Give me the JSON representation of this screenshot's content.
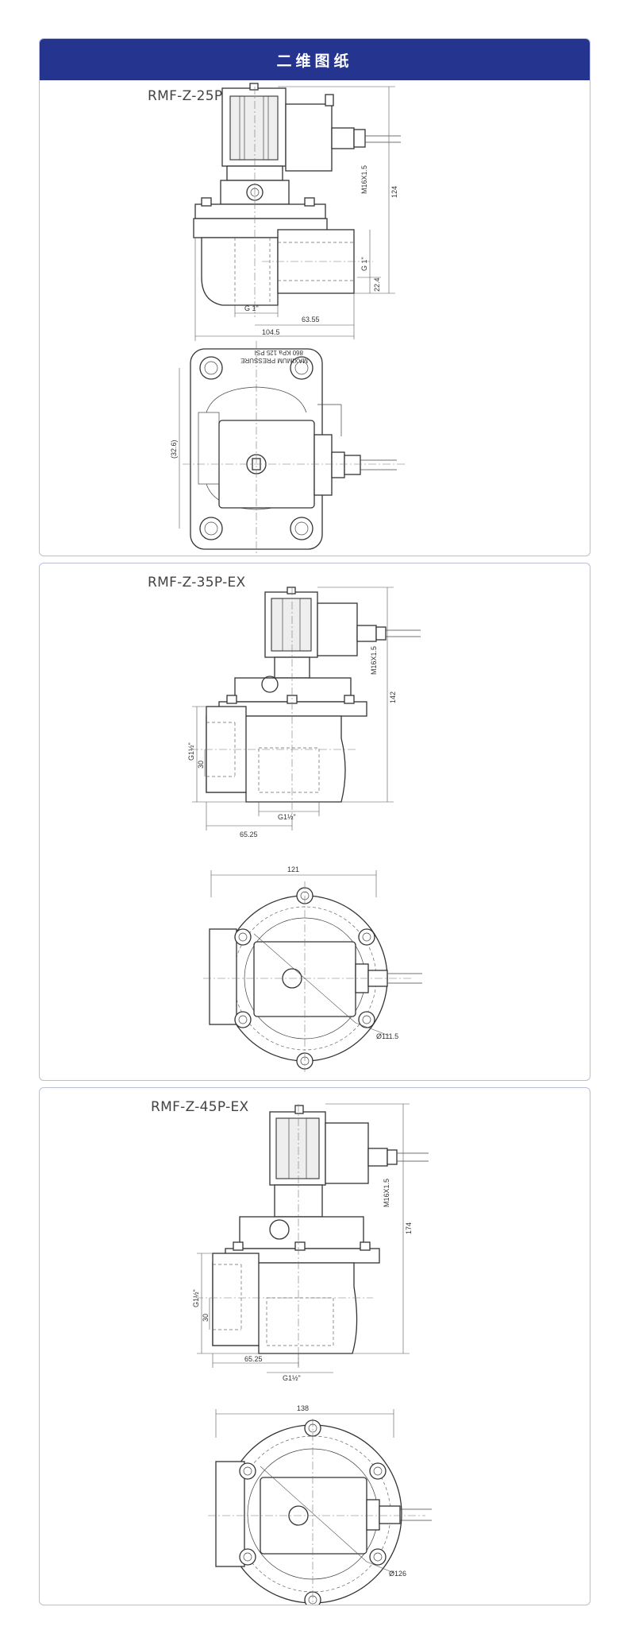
{
  "header": {
    "title": "二维图纸"
  },
  "sections": [
    {
      "model": "RMF-Z-25P-EX",
      "dims": {
        "thread": "M16X1.5",
        "height": "124",
        "port_side": "G 1\"",
        "port_bottom": "G 1\"",
        "offset": "22.4",
        "inner_width": "63.55",
        "width": "104.5",
        "top_width": "(32.6)"
      },
      "label_lines": [
        "MAXIMUM  PRESSURE",
        "860  KPa   125  PSI"
      ]
    },
    {
      "model": "RMF-Z-35P-EX",
      "dims": {
        "thread": "M16X1.5",
        "height": "142",
        "port_side": "G1½\"",
        "port_bottom": "G1½\"",
        "offset": "30",
        "inner_width": "65.25",
        "top_width": "121",
        "diameter": "Ø111.5"
      }
    },
    {
      "model": "RMF-Z-45P-EX",
      "dims": {
        "thread": "M16X1.5",
        "height": "174",
        "port_side": "G1½\"",
        "port_bottom": "G1½\"",
        "offset": "30",
        "inner_width": "65.25",
        "top_width": "138",
        "diameter": "Ø126"
      }
    }
  ]
}
